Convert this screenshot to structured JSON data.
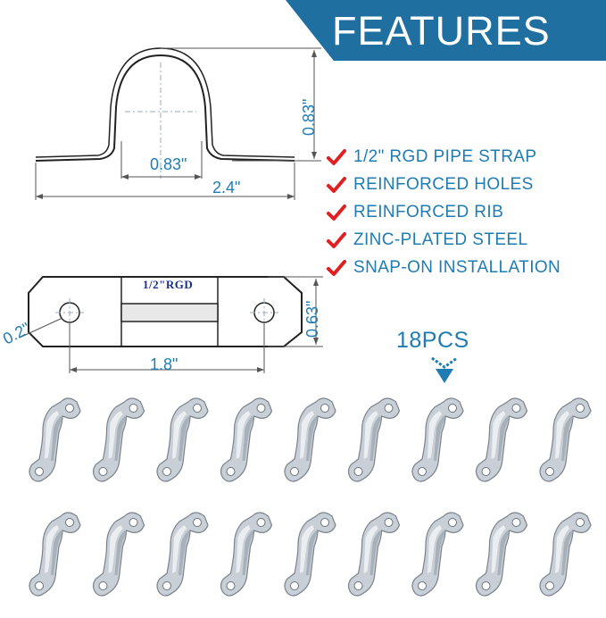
{
  "header": {
    "title": "FEATURES",
    "banner_color": "#1f6fa0"
  },
  "accent_color": "#1f7cb3",
  "check_color": "#e02020",
  "side_view": {
    "height_label": "0.83\"",
    "inner_width_label": "0.83\"",
    "overall_width_label": "2.4\""
  },
  "top_view": {
    "stamp": "1/2\"RGD",
    "height_label": "0.63\"",
    "hole_diameter_label": "0.2\"",
    "hole_spacing_label": "1.8\""
  },
  "features": [
    {
      "text": "1/2\" RGD PIPE STRAP",
      "icon": "red-check-icon"
    },
    {
      "text": "REINFORCED HOLES",
      "icon": "red-check-icon"
    },
    {
      "text": "REINFORCED RIB",
      "icon": "red-check-icon"
    },
    {
      "text": "ZINC-PLATED STEEL",
      "icon": "red-check-icon"
    },
    {
      "text": "SNAP-ON INSTALLATION",
      "icon": "red-check-icon"
    }
  ],
  "quantity": {
    "label": "18PCS",
    "rows": 2,
    "per_row": 9,
    "icon": "down-arrow-icon"
  }
}
